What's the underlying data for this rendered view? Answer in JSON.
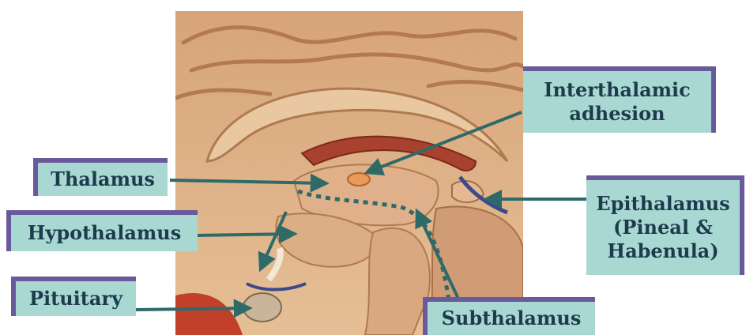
{
  "labels": {
    "thalamus": "Thalamus",
    "hypothalamus": "Hypothalamus",
    "pituitary": "Pituitary",
    "interthalamic": "Interthalamic\nadhesion",
    "epithalamus": "Epithalamus\n(Pineal &\nHabenula)",
    "subthalamus": "Subthalamus"
  },
  "colors": {
    "label_fill": "#a9d8d2",
    "label_shadow": "#6a5a9c",
    "arrow": "#2e6a68",
    "text": "#1e3b4e"
  }
}
